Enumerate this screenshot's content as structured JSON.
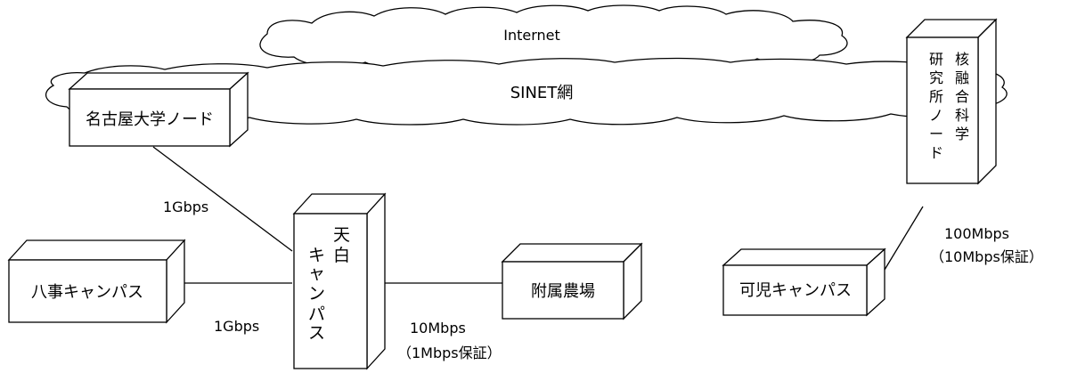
{
  "clouds": {
    "internet": "Internet",
    "sinet": "SINET網"
  },
  "nodes": {
    "nagoya": "名古屋大学ノード",
    "nifs_vertical": [
      "核",
      "融",
      "合",
      "科",
      "学"
    ],
    "nifs_vertical2": [
      "研",
      "究",
      "所",
      "ノ",
      "ー",
      "ド"
    ],
    "tenpaku_col1": [
      "天",
      "白"
    ],
    "tenpaku_col2": [
      "キ",
      "ャ",
      "ン",
      "パ",
      "ス"
    ],
    "hachiji": "八事キャンパス",
    "farm": "附属農場",
    "kani": "可児キャンパス"
  },
  "links": {
    "nagoya_tenpaku": "1Gbps",
    "hachiji_tenpaku": "1Gbps",
    "tenpaku_farm_rate": "10Mbps",
    "tenpaku_farm_guarantee": "（1Mbps保証）",
    "nifs_kani_rate": "100Mbps",
    "nifs_kani_guarantee": "（10Mbps保証）"
  },
  "colors": {
    "line": "#000000",
    "fill": "#ffffff"
  }
}
